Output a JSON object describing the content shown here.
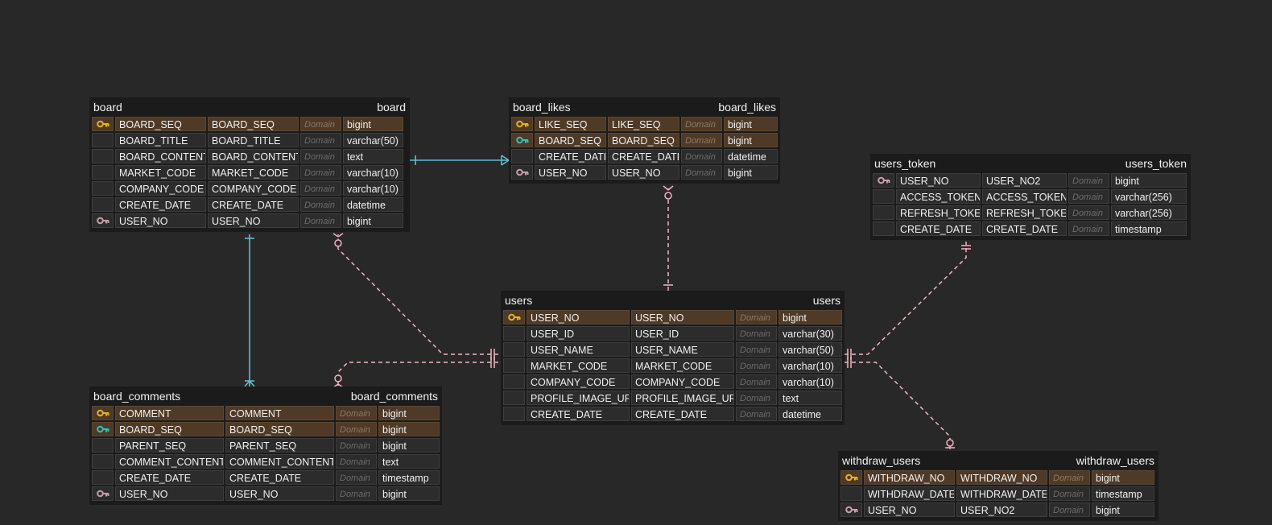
{
  "colors": {
    "background": "#282828",
    "pk_row": "#4f3a27",
    "pk_key": "#e5b422",
    "pfk_key": "#2ec4b6",
    "fk_key": "#c9a0a8",
    "identifying_rel": "#5bc0cf",
    "non_identifying_rel": "#f2b3c0"
  },
  "tables": {
    "board": {
      "name": "board",
      "alias": "board",
      "rows": [
        {
          "key": "pk",
          "logical": "BOARD_SEQ",
          "physical": "BOARD_SEQ",
          "domain": "Domain",
          "type": "bigint"
        },
        {
          "key": "",
          "logical": "BOARD_TITLE",
          "physical": "BOARD_TITLE",
          "domain": "Domain",
          "type": "varchar(50)"
        },
        {
          "key": "",
          "logical": "BOARD_CONTENT",
          "physical": "BOARD_CONTENT",
          "domain": "Domain",
          "type": "text"
        },
        {
          "key": "",
          "logical": "MARKET_CODE",
          "physical": "MARKET_CODE",
          "domain": "Domain",
          "type": "varchar(10)"
        },
        {
          "key": "",
          "logical": "COMPANY_CODE",
          "physical": "COMPANY_CODE",
          "domain": "Domain",
          "type": "varchar(10)"
        },
        {
          "key": "",
          "logical": "CREATE_DATE",
          "physical": "CREATE_DATE",
          "domain": "Domain",
          "type": "datetime"
        },
        {
          "key": "fk",
          "logical": "USER_NO",
          "physical": "USER_NO",
          "domain": "Domain",
          "type": "bigint"
        }
      ]
    },
    "board_likes": {
      "name": "board_likes",
      "alias": "board_likes",
      "rows": [
        {
          "key": "pk",
          "logical": "LIKE_SEQ",
          "physical": "LIKE_SEQ",
          "domain": "Domain",
          "type": "bigint"
        },
        {
          "key": "pfk",
          "logical": "BOARD_SEQ",
          "physical": "BOARD_SEQ",
          "domain": "Domain",
          "type": "bigint"
        },
        {
          "key": "",
          "logical": "CREATE_DATE",
          "physical": "CREATE_DATE",
          "domain": "Domain",
          "type": "datetime"
        },
        {
          "key": "fk",
          "logical": "USER_NO",
          "physical": "USER_NO",
          "domain": "Domain",
          "type": "bigint"
        }
      ]
    },
    "users_token": {
      "name": "users_token",
      "alias": "users_token",
      "rows": [
        {
          "key": "fk",
          "logical": "USER_NO",
          "physical": "USER_NO2",
          "domain": "Domain",
          "type": "bigint"
        },
        {
          "key": "",
          "logical": "ACCESS_TOKEN",
          "physical": "ACCESS_TOKEN",
          "domain": "Domain",
          "type": "varchar(256)"
        },
        {
          "key": "",
          "logical": "REFRESH_TOKEN",
          "physical": "REFRESH_TOKEN",
          "domain": "Domain",
          "type": "varchar(256)"
        },
        {
          "key": "",
          "logical": "CREATE_DATE",
          "physical": "CREATE_DATE",
          "domain": "Domain",
          "type": "timestamp"
        }
      ]
    },
    "users": {
      "name": "users",
      "alias": "users",
      "rows": [
        {
          "key": "pk",
          "logical": "USER_NO",
          "physical": "USER_NO",
          "domain": "Domain",
          "type": "bigint"
        },
        {
          "key": "",
          "logical": "USER_ID",
          "physical": "USER_ID",
          "domain": "Domain",
          "type": "varchar(30)"
        },
        {
          "key": "",
          "logical": "USER_NAME",
          "physical": "USER_NAME",
          "domain": "Domain",
          "type": "varchar(50)"
        },
        {
          "key": "",
          "logical": "MARKET_CODE",
          "physical": "MARKET_CODE",
          "domain": "Domain",
          "type": "varchar(10)"
        },
        {
          "key": "",
          "logical": "COMPANY_CODE",
          "physical": "COMPANY_CODE",
          "domain": "Domain",
          "type": "varchar(10)"
        },
        {
          "key": "",
          "logical": "PROFILE_IMAGE_URL",
          "physical": "PROFILE_IMAGE_URL",
          "domain": "Domain",
          "type": "text"
        },
        {
          "key": "",
          "logical": "CREATE_DATE",
          "physical": "CREATE_DATE",
          "domain": "Domain",
          "type": "datetime"
        }
      ]
    },
    "board_comments": {
      "name": "board_comments",
      "alias": "board_comments",
      "rows": [
        {
          "key": "pk",
          "logical": "COMMENT",
          "physical": "COMMENT",
          "domain": "Domain",
          "type": "bigint"
        },
        {
          "key": "pfk",
          "logical": "BOARD_SEQ",
          "physical": "BOARD_SEQ",
          "domain": "Domain",
          "type": "bigint"
        },
        {
          "key": "",
          "logical": "PARENT_SEQ",
          "physical": "PARENT_SEQ",
          "domain": "Domain",
          "type": "bigint"
        },
        {
          "key": "",
          "logical": "COMMENT_CONTENT",
          "physical": "COMMENT_CONTENT",
          "domain": "Domain",
          "type": "text"
        },
        {
          "key": "",
          "logical": "CREATE_DATE",
          "physical": "CREATE_DATE",
          "domain": "Domain",
          "type": "timestamp"
        },
        {
          "key": "fk",
          "logical": "USER_NO",
          "physical": "USER_NO",
          "domain": "Domain",
          "type": "bigint"
        }
      ]
    },
    "withdraw_users": {
      "name": "withdraw_users",
      "alias": "withdraw_users",
      "rows": [
        {
          "key": "pk",
          "logical": "WITHDRAW_NO",
          "physical": "WITHDRAW_NO",
          "domain": "Domain",
          "type": "bigint"
        },
        {
          "key": "",
          "logical": "WITHDRAW_DATE",
          "physical": "WITHDRAW_DATE",
          "domain": "Domain",
          "type": "timestamp"
        },
        {
          "key": "fk",
          "logical": "USER_NO",
          "physical": "USER_NO2",
          "domain": "Domain",
          "type": "bigint"
        }
      ]
    }
  },
  "relationships": [
    {
      "from": "board",
      "to": "board_likes",
      "style": "identifying",
      "from_end": "one",
      "to_end": "one-or-many"
    },
    {
      "from": "board",
      "to": "board_comments",
      "style": "identifying",
      "from_end": "one",
      "to_end": "one-or-many"
    },
    {
      "from": "users",
      "to": "board",
      "style": "non-identifying",
      "from_end": "exactly-one",
      "to_end": "zero-or-many"
    },
    {
      "from": "users",
      "to": "board_likes",
      "style": "non-identifying",
      "from_end": "one",
      "to_end": "zero-or-many"
    },
    {
      "from": "users",
      "to": "board_comments",
      "style": "non-identifying",
      "from_end": "exactly-one",
      "to_end": "zero-or-many"
    },
    {
      "from": "users",
      "to": "users_token",
      "style": "non-identifying",
      "from_end": "exactly-one",
      "to_end": "exactly-one"
    },
    {
      "from": "users",
      "to": "withdraw_users",
      "style": "non-identifying",
      "from_end": "exactly-one",
      "to_end": "zero-or-one"
    }
  ]
}
